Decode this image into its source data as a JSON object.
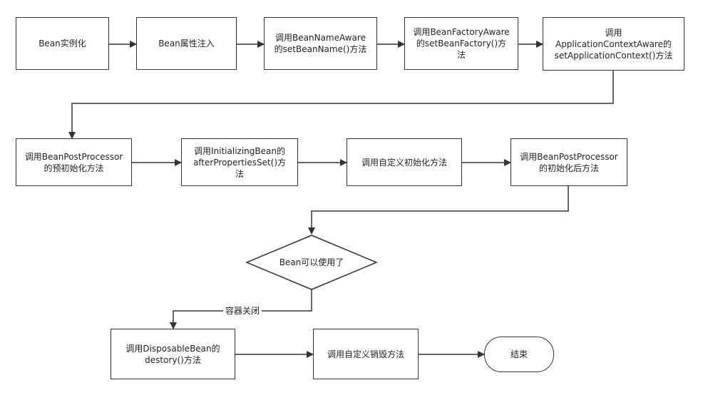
{
  "diagram": {
    "nodes": {
      "instantiate": "Bean实例化",
      "inject": "Bean属性注入",
      "bean_name_aware": "调用BeanNameAware\n的setBeanName()方法",
      "bean_factory_aware": "调用BeanFactoryAware\n的setBeanFactory()方\n法",
      "app_context_aware": "调用\nApplicationContextAware的\nsetApplicationContext()方法",
      "post_processor_before": "调用BeanPostProcessor\n的预初始化方法",
      "initializing_bean": "调用InitializingBean的\nafterPropertiesSet()方\n法",
      "custom_init": "调用自定义初始化方法",
      "post_processor_after": "调用BeanPostProcessor\n的初始化后方法",
      "bean_ready": "Bean可以使用了",
      "disposable_bean": "调用DisposableBean的\ndestory()方法",
      "custom_destroy": "调用自定义销毁方法",
      "end": "结束"
    },
    "edge_labels": {
      "container_close": "容器关闭"
    },
    "colors": {
      "line": "#333333",
      "node_fill": "#ffffff"
    }
  }
}
